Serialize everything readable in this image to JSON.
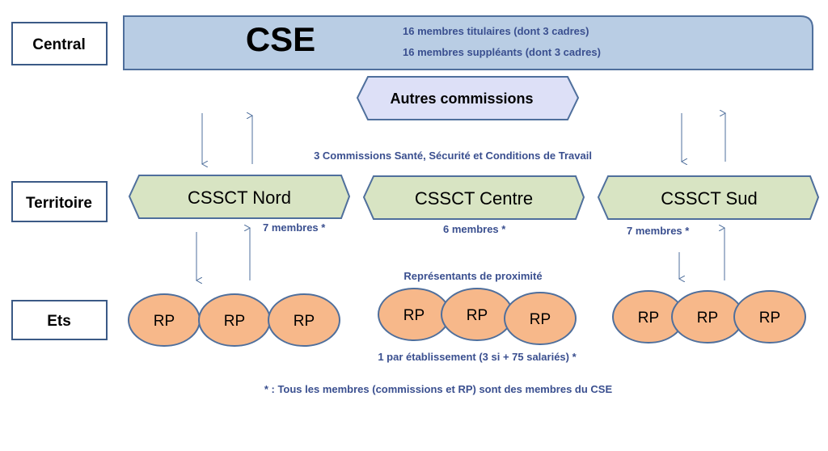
{
  "levels": {
    "central": "Central",
    "territoire": "Territoire",
    "ets": "Ets"
  },
  "cse": {
    "title": "CSE",
    "line1": "16 membres titulaires (dont 3 cadres)",
    "line2": "16 membres suppléants (dont 3 cadres)"
  },
  "autres": "Autres commissions",
  "commissions_caption": "3 Commissions Santé, Sécurité et Conditions de Travail",
  "cssct": [
    {
      "name": "CSSCT Nord",
      "members": "7 membres *"
    },
    {
      "name": "CSSCT Centre",
      "members": "6 membres *"
    },
    {
      "name": "CSSCT Sud",
      "members": "7 membres *"
    }
  ],
  "rp_caption": "Représentants de proximité",
  "rp_label": "RP",
  "rp_note": "1 par établissement (3 si + 75 salariés)  *",
  "footnote": "* : Tous les membres (commissions et RP) sont des membres du CSE",
  "colors": {
    "cse_fill": "#b9cde4",
    "cssct_fill": "#d8e4c3",
    "autres_fill": "#dde0f7",
    "rp_fill": "#f7b88a",
    "stroke": "#4f6f9c",
    "text_blue": "#3a4f8f"
  }
}
